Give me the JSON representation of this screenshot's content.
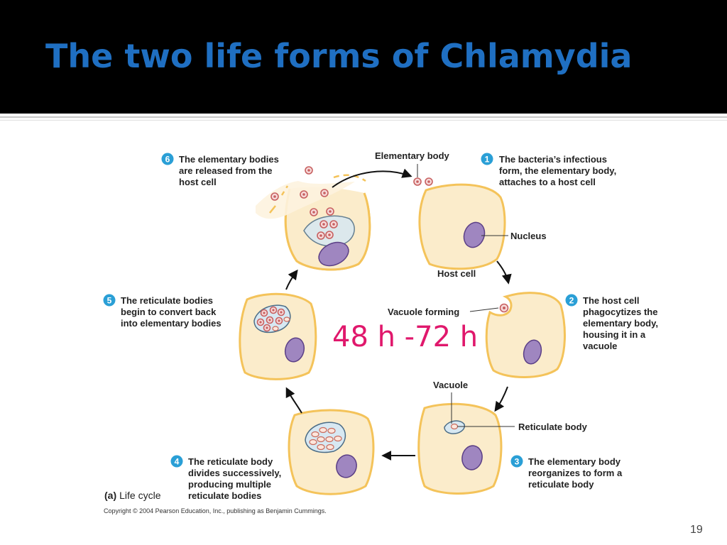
{
  "slide": {
    "title": "The two life forms of Chlamydia",
    "page_number": "19"
  },
  "diagram": {
    "duration_label": "48 h -72 h",
    "panel_label_prefix": "(a)",
    "panel_label": "Life cycle",
    "copyright": "Copyright © 2004 Pearson Education, Inc., publishing as Benjamin Cummings.",
    "labels": {
      "elementary_body": "Elementary body",
      "nucleus": "Nucleus",
      "host_cell": "Host cell",
      "vacuole_forming": "Vacuole forming",
      "vacuole": "Vacuole",
      "reticulate_body": "Reticulate body"
    },
    "steps": [
      {
        "number": "1",
        "lines": [
          "The bacteria’s infectious",
          "form, the elementary body,",
          "attaches to a host cell"
        ]
      },
      {
        "number": "2",
        "lines": [
          "The host cell",
          "phagocytizes the",
          "elementary body,",
          "housing it in a",
          "vacuole"
        ]
      },
      {
        "number": "3",
        "lines": [
          "The elementary body",
          "reorganizes to form a",
          "reticulate body"
        ]
      },
      {
        "number": "4",
        "lines": [
          "The reticulate body",
          "divides successively,",
          "producing multiple",
          "reticulate bodies"
        ]
      },
      {
        "number": "5",
        "lines": [
          "The reticulate bodies",
          "begin to convert back",
          "into elementary bodies"
        ]
      },
      {
        "number": "6",
        "lines": [
          "The elementary bodies",
          "are released from the",
          "host cell"
        ]
      }
    ],
    "colors": {
      "title": "#1f6fc2",
      "badge": "#2a9fd6",
      "cytoplasm": "#fbeccb",
      "membrane": "#f4c35a",
      "nucleus": "#9f86c0",
      "elementary_body": "#c76060",
      "vacuole": "#d7e8f2",
      "duration_label": "#e0186c"
    }
  }
}
